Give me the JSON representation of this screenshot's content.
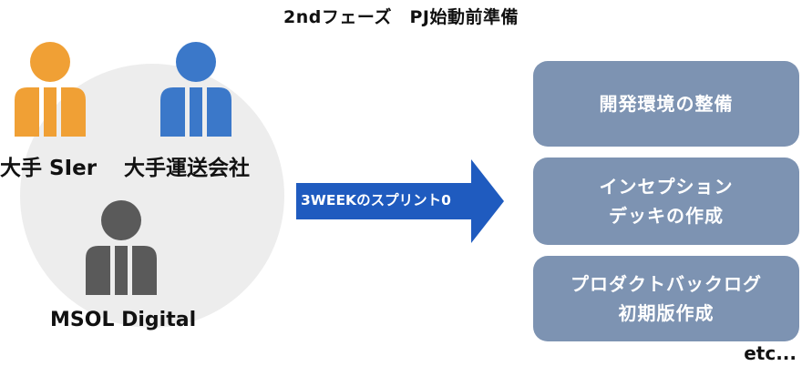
{
  "title": "2ndフェーズ　PJ始動前準備",
  "people": [
    {
      "label": "大手 SIer",
      "color": "#f0a035"
    },
    {
      "label": "大手運送会社",
      "color": "#3b78c9"
    },
    {
      "label": "MSOL Digital",
      "color": "#5a5a5a"
    }
  ],
  "arrow": {
    "label": "3WEEKのスプリント0",
    "color": "#1f5bbf"
  },
  "boxes": [
    {
      "lines": [
        "開発環境の整備"
      ]
    },
    {
      "lines": [
        "インセプション",
        "デッキの作成"
      ]
    },
    {
      "lines": [
        "プロダクトバックログ",
        "初期版作成"
      ]
    }
  ],
  "footer": "etc..."
}
